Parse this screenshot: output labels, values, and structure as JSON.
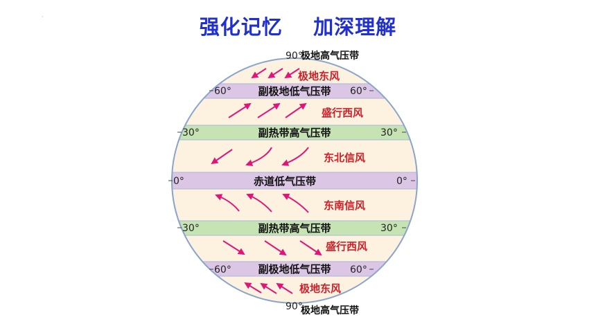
{
  "title": "强化记忆    加深理解",
  "corner_mark": "·",
  "colors": {
    "title": "#1f2fd0",
    "background_zone": "#fdf1e0",
    "high_pressure_band": "#c6e3b4",
    "low_pressure_band": "#dcc6e6",
    "wind_arrow": "#e0157a",
    "wind_label": "#d0202a",
    "globe_outline": "#8aa4cc"
  },
  "poles": {
    "north": {
      "lat": "90°",
      "label": "极地高气压带"
    },
    "south": {
      "lat": "90°",
      "label": "极地高气压带"
    }
  },
  "bands": [
    {
      "id": "sub-polar-low-n",
      "label": "副极地低气压带",
      "lat": "60°",
      "type": "low"
    },
    {
      "id": "subtropical-high-n",
      "label": "副热带高气压带",
      "lat": "30°",
      "type": "high"
    },
    {
      "id": "equatorial-low",
      "label": "赤道低气压带",
      "lat": "0°",
      "type": "low"
    },
    {
      "id": "subtropical-high-s",
      "label": "副热带高气压带",
      "lat": "30°",
      "type": "high"
    },
    {
      "id": "sub-polar-low-s",
      "label": "副极地低气压带",
      "lat": "60°",
      "type": "low"
    }
  ],
  "winds": [
    {
      "id": "polar-easterlies-n",
      "label": "极地东风",
      "direction": "toward-southwest"
    },
    {
      "id": "westerlies-n",
      "label": "盛行西风",
      "direction": "toward-northeast"
    },
    {
      "id": "ne-trades",
      "label": "东北信风",
      "direction": "toward-southwest"
    },
    {
      "id": "se-trades",
      "label": "东南信风",
      "direction": "toward-northwest"
    },
    {
      "id": "westerlies-s",
      "label": "盛行西风",
      "direction": "toward-southeast"
    },
    {
      "id": "polar-easterlies-s",
      "label": "极地东风",
      "direction": "toward-northwest"
    }
  ]
}
